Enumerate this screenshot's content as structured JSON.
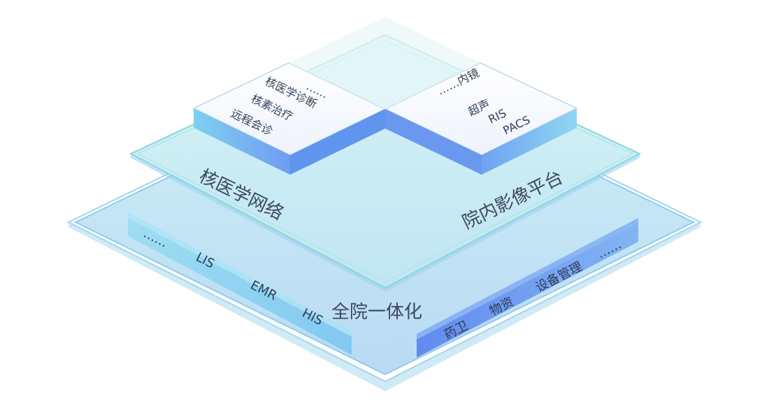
{
  "center_label": "全院一体化",
  "left_label": "核医学网络",
  "right_label": "院内影像平台",
  "bottom_left_items": [
    "……",
    "LIS",
    "EMR",
    "HIS"
  ],
  "bottom_right_items": [
    "药卫",
    "物资",
    "设备管理",
    "……"
  ],
  "top_left_items": [
    "……",
    "核医学诊断",
    "核素治疗",
    "远程会诊"
  ],
  "top_right_items": [
    "……内镜",
    "超声",
    "RIS",
    "PACS"
  ],
  "colors": {
    "accent": "#5b8df0",
    "layer_edge": "#7fd6d9",
    "text": "#3d4863"
  }
}
